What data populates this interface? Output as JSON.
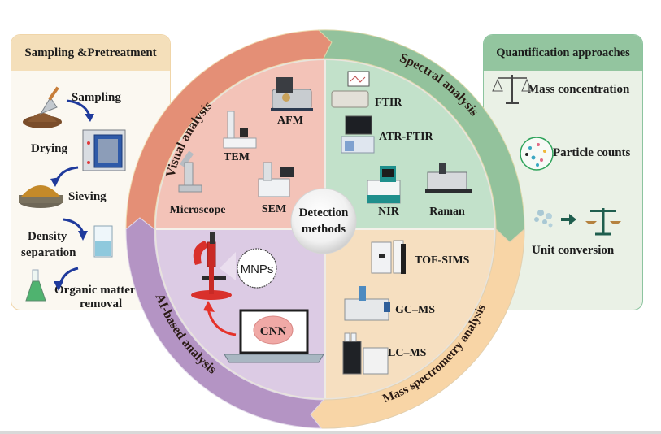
{
  "center": {
    "title_line1": "Detection",
    "title_line2": "methods"
  },
  "colors": {
    "visual": "#e48f76",
    "visual_fill": "#f3c3b8",
    "spectral": "#93c29c",
    "spectral_fill": "#c2e1ca",
    "mass": "#f8d5a6",
    "mass_fill": "#f6dfc0",
    "ai": "#b494c4",
    "ai_fill": "#dccbe4",
    "arrow_blue": "#1f3a9c",
    "arrow_red": "#e5322a"
  },
  "ring": {
    "visual": "Visual analysis",
    "spectral": "Spectral analysis",
    "mass": "Mass spectrometry analysis",
    "ai": "AI-based analysis"
  },
  "quadrants": {
    "visual": [
      "AFM",
      "TEM",
      "Microscope",
      "SEM"
    ],
    "spectral": [
      "FTIR",
      "ATR-FTIR",
      "NIR",
      "Raman"
    ],
    "mass": [
      "TOF-SIMS",
      "GC–MS",
      "LC–MS"
    ],
    "ai": {
      "bubble": "MNPs",
      "brain": "CNN"
    }
  },
  "left_panel": {
    "title": "Sampling &Pretreatment",
    "steps": [
      "Sampling",
      "Drying",
      "Sieving",
      "Density",
      "separation",
      "Organic matter",
      "removal"
    ],
    "icons": [
      "trowel-soil-icon",
      "drying-oven-icon",
      "sieve-icon",
      "beaker-icon",
      "flask-icon"
    ]
  },
  "right_panel": {
    "title": "Quantification approaches",
    "items": [
      "Mass concentration",
      "Particle counts",
      "Unit conversion"
    ],
    "icons": [
      "balance-scale-icon",
      "particle-petri-icon",
      "particles-to-scale-icon"
    ]
  }
}
